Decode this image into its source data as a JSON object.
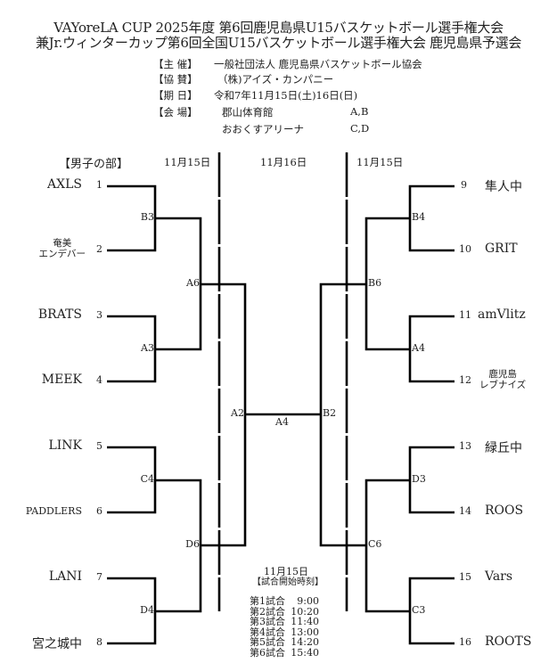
{
  "header": {
    "title_line1": "VAYoreLA CUP 2025年度  第6回鹿児島県U15バスケットボール選手権大会",
    "title_line2": "兼Jr.ウィンターカップ第6回全国U15バスケットボール選手権大会  鹿児島県予選会"
  },
  "info": {
    "organizer_label": "【主  催】",
    "organizer_value": "一般社団法人 鹿児島県バスケットボール協会",
    "sponsor_label": "【協  賛】",
    "sponsor_value": "（株)アイズ・カンパニー",
    "dates_label": "【期  日】",
    "dates_value": "令和7年11月15日(土)16日(日)",
    "venue_label": "【会  場】",
    "venues": [
      {
        "name": "郡山体育館",
        "courts": "A,B"
      },
      {
        "name": "おおくすアリーナ",
        "courts": "C,D"
      }
    ]
  },
  "bracket": {
    "division": "【男子の部】",
    "date_headers": {
      "left": "11月15日",
      "center": "11月16日",
      "right": "11月15日"
    },
    "left_teams": [
      {
        "seed": "1",
        "name": "AXLS"
      },
      {
        "seed": "2",
        "name": "奄美\nエンデバー"
      },
      {
        "seed": "3",
        "name": "BRATS"
      },
      {
        "seed": "4",
        "name": "MEEK"
      },
      {
        "seed": "5",
        "name": "LINK"
      },
      {
        "seed": "6",
        "name": "PADDLERS"
      },
      {
        "seed": "7",
        "name": "LANI"
      },
      {
        "seed": "8",
        "name": "宮之城中"
      }
    ],
    "right_teams": [
      {
        "seed": "9",
        "name": "隼人中"
      },
      {
        "seed": "10",
        "name": "GRIT"
      },
      {
        "seed": "11",
        "name": "amVlitz"
      },
      {
        "seed": "12",
        "name": "鹿児島\nレブナイズ"
      },
      {
        "seed": "13",
        "name": "緑丘中"
      },
      {
        "seed": "14",
        "name": "ROOS"
      },
      {
        "seed": "15",
        "name": "Vars"
      },
      {
        "seed": "16",
        "name": "ROOTS"
      }
    ],
    "matches": {
      "left_r1": [
        "B3",
        "A3",
        "C4",
        "D4"
      ],
      "left_r2": [
        "A6",
        "D6"
      ],
      "left_semi": "A2",
      "final": "A4",
      "right_semi": "B2",
      "right_r2": [
        "B6",
        "C6"
      ],
      "right_r1": [
        "B4",
        "A4",
        "D3",
        "C3"
      ]
    }
  },
  "schedule": {
    "date": "11月15日",
    "heading": "【試合開始時刻】",
    "games": [
      {
        "label": "第1試合",
        "time": "9:00"
      },
      {
        "label": "第2試合",
        "time": "10:20"
      },
      {
        "label": "第3試合",
        "time": "11:40"
      },
      {
        "label": "第4試合",
        "time": "13:00"
      },
      {
        "label": "第5試合",
        "time": "14:20"
      },
      {
        "label": "第6試合",
        "time": "15:40"
      }
    ]
  }
}
